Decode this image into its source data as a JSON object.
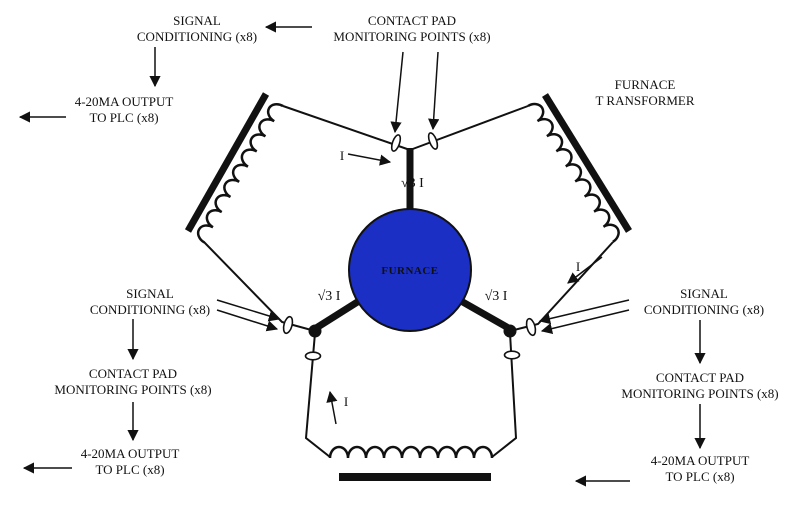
{
  "blocks": {
    "top_left_signal": {
      "lines": [
        "SIGNAL",
        "CONDITIONING (x8)"
      ]
    },
    "top_left_output": {
      "lines": [
        "4-20MA OUTPUT",
        "TO PLC (x8)"
      ]
    },
    "top_center_contact": {
      "lines": [
        "CONTACT PAD",
        "MONITORING POINTS (x8)"
      ]
    },
    "furnace_transformer": {
      "lines": [
        "FURNACE",
        "T RANSFORMER"
      ]
    },
    "left_signal": {
      "lines": [
        "SIGNAL",
        "CONDITIONING (x8)"
      ]
    },
    "left_contact": {
      "lines": [
        "CONTACT PAD",
        "MONITORING POINTS (x8)"
      ]
    },
    "left_output": {
      "lines": [
        "4-20MA OUTPUT",
        "TO PLC (x8)"
      ]
    },
    "right_signal": {
      "lines": [
        "SIGNAL",
        "CONDITIONING (x8)"
      ]
    },
    "right_contact": {
      "lines": [
        "CONTACT PAD",
        "MONITORING POINTS (x8)"
      ]
    },
    "right_output": {
      "lines": [
        "4-20MA OUTPUT",
        "TO PLC (x8)"
      ]
    }
  },
  "annotations": {
    "furnace": "FURNACE",
    "current_top": "I",
    "current_right": "I",
    "current_bottom": "I",
    "sqrt3i_top": "√3 I",
    "sqrt3i_left": "√3 I",
    "sqrt3i_right": "√3 I"
  },
  "colors": {
    "furnace_fill": "#1b2fc4",
    "line": "#000000",
    "background": "#ffffff"
  }
}
